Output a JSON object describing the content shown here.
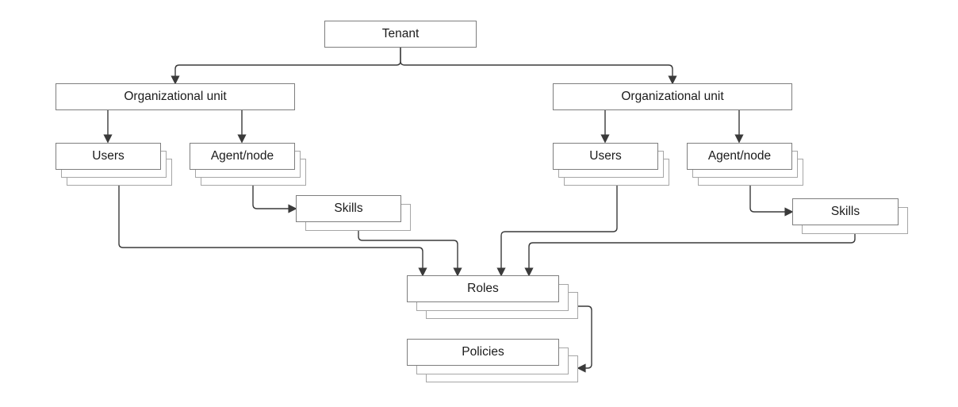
{
  "diagram": {
    "type": "hierarchy",
    "background": "#ffffff",
    "colors": {
      "box_fill": "#ffffff",
      "box_border": "#7e7e7e",
      "stack_shadow_border": "#a6a6a6",
      "connector": "#3a3a3a",
      "text": "#1b1b1b"
    },
    "nodes": {
      "tenant": {
        "label": "Tenant",
        "stacked": false
      },
      "org_unit_left": {
        "label": "Organizational unit",
        "stacked": false
      },
      "org_unit_right": {
        "label": "Organizational unit",
        "stacked": false
      },
      "users_left": {
        "label": "Users",
        "stacked": true
      },
      "agent_node_left": {
        "label": "Agent/node",
        "stacked": true
      },
      "skills_left": {
        "label": "Skills",
        "stacked": true
      },
      "users_right": {
        "label": "Users",
        "stacked": true
      },
      "agent_node_right": {
        "label": "Agent/node",
        "stacked": true
      },
      "skills_right": {
        "label": "Skills",
        "stacked": true
      },
      "roles": {
        "label": "Roles",
        "stacked": true
      },
      "policies": {
        "label": "Policies",
        "stacked": true
      }
    },
    "edges": [
      {
        "from": "tenant",
        "to": "org_unit_left"
      },
      {
        "from": "tenant",
        "to": "org_unit_right"
      },
      {
        "from": "org_unit_left",
        "to": "users_left"
      },
      {
        "from": "org_unit_left",
        "to": "agent_node_left"
      },
      {
        "from": "org_unit_right",
        "to": "users_right"
      },
      {
        "from": "org_unit_right",
        "to": "agent_node_right"
      },
      {
        "from": "agent_node_left",
        "to": "skills_left"
      },
      {
        "from": "agent_node_right",
        "to": "skills_right"
      },
      {
        "from": "users_left",
        "to": "roles"
      },
      {
        "from": "skills_left",
        "to": "roles"
      },
      {
        "from": "users_right",
        "to": "roles"
      },
      {
        "from": "skills_right",
        "to": "roles"
      },
      {
        "from": "roles",
        "to": "policies"
      }
    ]
  }
}
